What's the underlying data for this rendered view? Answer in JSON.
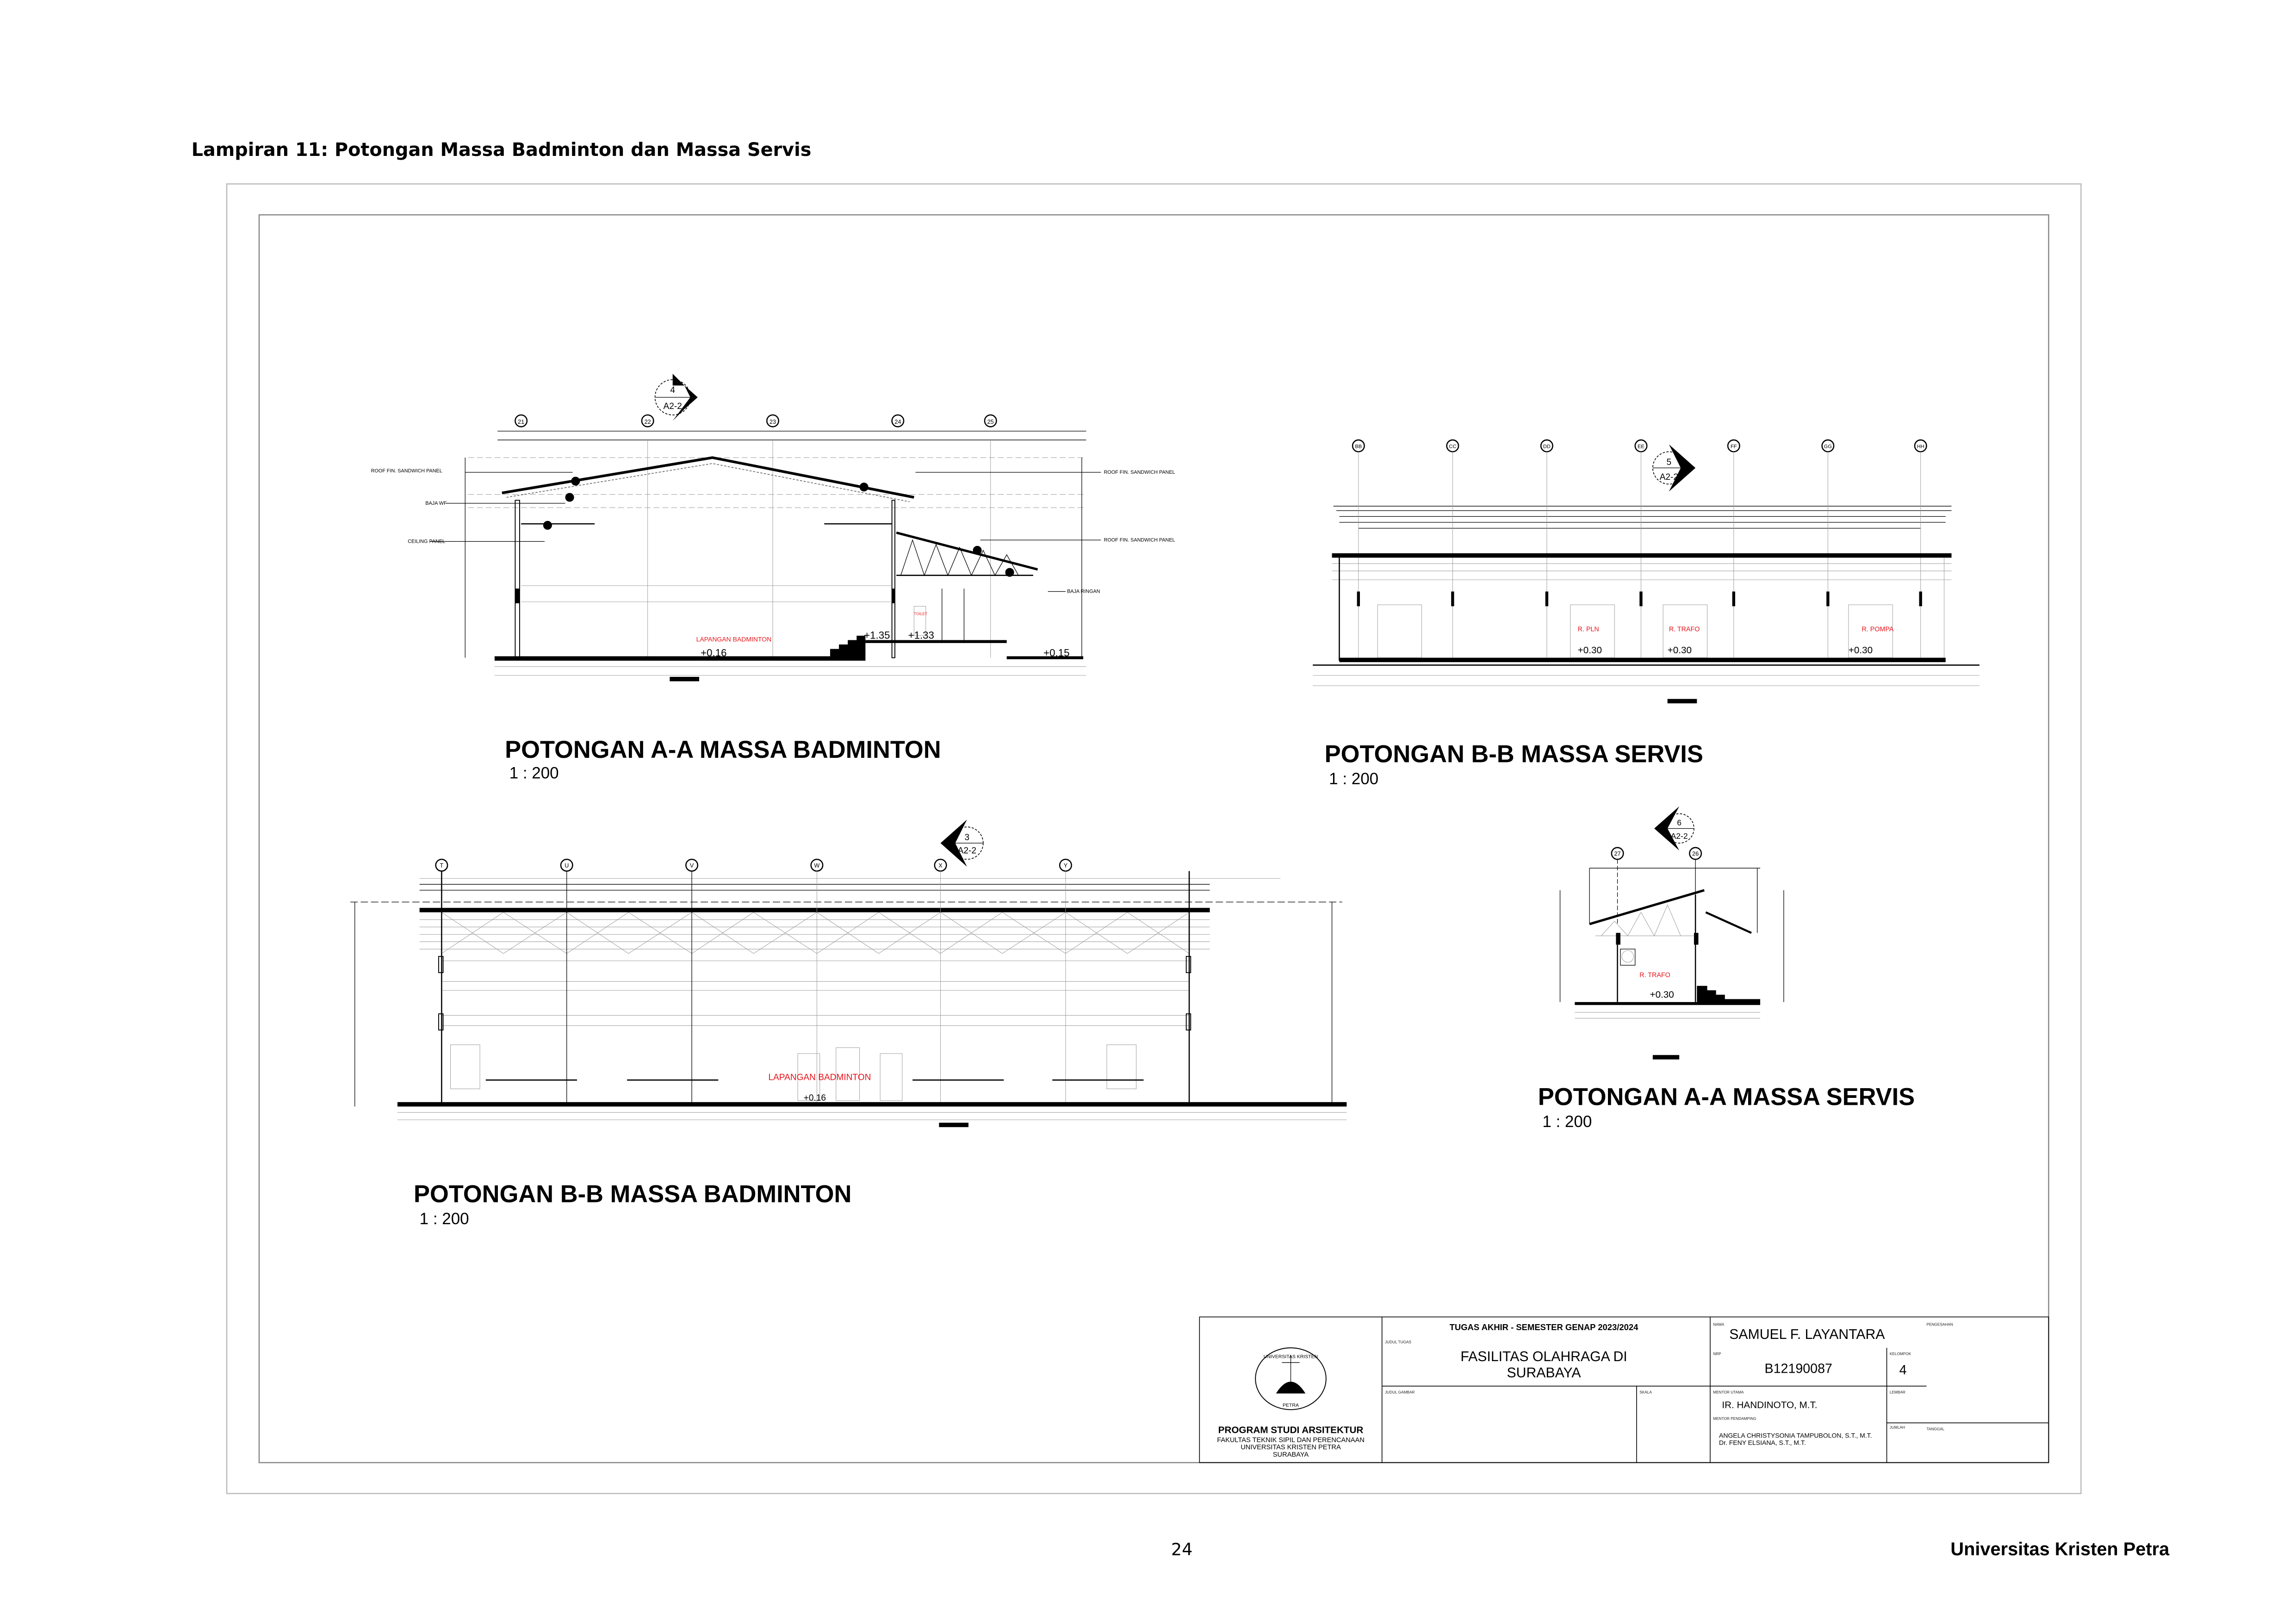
{
  "page": {
    "heading": "Lampiran 11: Potongan Massa Badminton dan Massa Servis",
    "page_number": "24",
    "footer_institution": "Universitas Kristen Petra"
  },
  "drawings": {
    "aa_badminton": {
      "title": "POTONGAN A-A MASSA BADMINTON",
      "scale": "1 : 200",
      "marker_number": "4",
      "marker_sheet": "A2-2",
      "grid": [
        "21",
        "22",
        "23",
        "24",
        "25"
      ],
      "labels": {
        "roof_left": "ROOF FIN. SANDWICH PANEL",
        "baja_wf": "BAJA WF",
        "ceiling": "CEILING PANEL",
        "roof_right_1": "ROOF FIN. SANDWICH PANEL",
        "roof_right_2": "ROOF FIN. SANDWICH PANEL",
        "baja_ringan": "BAJA RINGAN",
        "toilet": "TOILET",
        "room": "LAPANGAN BADMINTON"
      },
      "levels": [
        "+0.16",
        "+1.35",
        "+1.33",
        "+0.15"
      ]
    },
    "bb_servis": {
      "title": "POTONGAN B-B MASSA SERVIS",
      "scale": "1 : 200",
      "marker_number": "5",
      "marker_sheet": "A2-2",
      "grid": [
        "BB",
        "CC",
        "DD",
        "EE",
        "FF",
        "GG",
        "HH"
      ],
      "rooms": [
        "R. PLN",
        "R. TRAFO",
        "R. POMPA"
      ],
      "levels": [
        "+0.30",
        "+0.30",
        "+0.30"
      ]
    },
    "bb_badminton": {
      "title": "POTONGAN B-B MASSA BADMINTON",
      "scale": "1 : 200",
      "marker_number": "3",
      "marker_sheet": "A2-2",
      "grid": [
        "T",
        "U",
        "V",
        "W",
        "X",
        "Y"
      ],
      "room": "LAPANGAN BADMINTON",
      "level": "+0.16"
    },
    "aa_servis": {
      "title": "POTONGAN A-A MASSA SERVIS",
      "scale": "1 : 200",
      "marker_number": "6",
      "marker_sheet": "A2-2",
      "grid": [
        "27",
        "26"
      ],
      "room": "R. TRAFO",
      "level": "+0.30"
    }
  },
  "title_block": {
    "logo_text_top": "UNIVERSITAS KRISTEN",
    "logo_text_bottom": "PETRA",
    "program": "PROGRAM STUDI ARSITEKTUR",
    "faculty": "FAKULTAS TEKNIK SIPIL DAN PERENCANAAN",
    "university": "UNIVERSITAS KRISTEN PETRA",
    "city": "SURABAYA",
    "header": "TUGAS AKHIR - SEMESTER GENAP 2023/2024",
    "judul_tugas_label": "JUDUL TUGAS",
    "judul_tugas_line1": "FASILITAS OLAHRAGA DI",
    "judul_tugas_line2": "SURABAYA",
    "judul_gambar_label": "JUDUL GAMBAR",
    "skala_label": "SKALA",
    "nama_label": "NAMA",
    "nama": "SAMUEL F. LAYANTARA",
    "pengesahan_label": "PENGESAHAN",
    "nrp_label": "NRP",
    "nrp": "B12190087",
    "kelompok_label": "KELOMPOK",
    "kelompok": "4",
    "mentor_utama_label": "MENTOR UTAMA",
    "mentor_utama": "IR. HANDINOTO, M.T.",
    "mentor_pendamping_label": "MENTOR PENDAMPING",
    "mentor_pendamping_1": "ANGELA CHRISTYSONIA TAMPUBOLON, S.T., M.T.",
    "mentor_pendamping_2": "Dr. FENY ELSIANA, S.T., M.T.",
    "lembar_label": "LEMBAR",
    "jumlah_label": "JUMLAH",
    "tanggal_label": "TANGGAL"
  }
}
